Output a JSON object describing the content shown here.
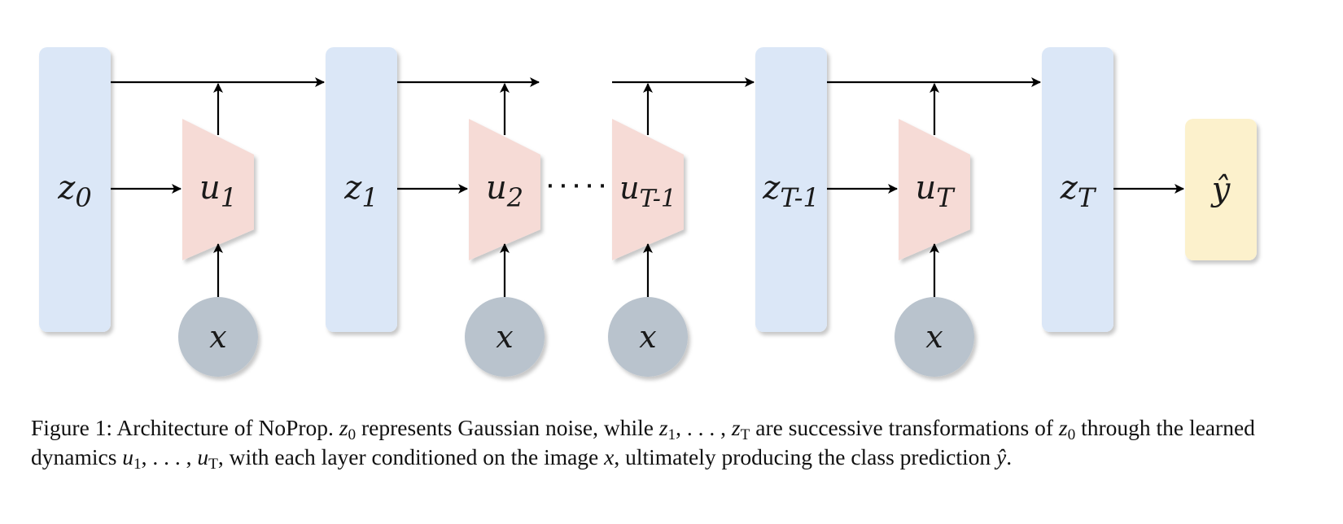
{
  "colors": {
    "state_fill": "#dbe7f7",
    "block_fill": "#f6dbd6",
    "input_fill": "#b9c3cd",
    "output_fill": "#fcf1cc",
    "arrow": "#000000"
  },
  "diagram": {
    "states": [
      {
        "base": "z",
        "sub": "0"
      },
      {
        "base": "z",
        "sub": "1"
      },
      {
        "base": "z",
        "sub": "T-1"
      },
      {
        "base": "z",
        "sub": "T"
      }
    ],
    "blocks": [
      {
        "base": "u",
        "sub": "1"
      },
      {
        "base": "u",
        "sub": "2"
      },
      {
        "base": "u",
        "sub": "T-1"
      },
      {
        "base": "u",
        "sub": "T"
      }
    ],
    "inputs": [
      {
        "label": "x"
      },
      {
        "label": "x"
      },
      {
        "label": "x"
      },
      {
        "label": "x"
      }
    ],
    "output": {
      "base": "ŷ"
    },
    "ellipsis": "· · · · ·"
  },
  "caption": {
    "prefix": "Figure 1: Architecture of NoProp. ",
    "z0": "z",
    "z0_sub": "0",
    "t1": " represents Gaussian noise, while ",
    "z1": "z",
    "z1_sub": "1",
    "dots1": ", . . . , ",
    "zT": "z",
    "zT_sub": "T",
    "t2": " are successive transformations of ",
    "z0b": "z",
    "z0b_sub": "0",
    "t3": " through the learned dynamics ",
    "u1": "u",
    "u1_sub": "1",
    "dots2": ", . . . , ",
    "uT": "u",
    "uT_sub": "T",
    "t4": ", with each layer conditioned on the image ",
    "x": "x",
    "t5": ", ultimately producing the class prediction ",
    "yhat": "ŷ",
    "t6": "."
  }
}
